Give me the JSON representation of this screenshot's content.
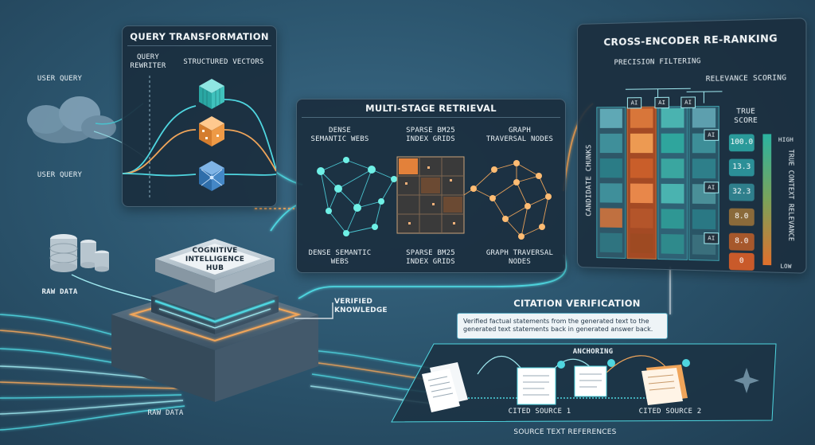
{
  "query_transformation": {
    "title": "QUERY TRANSFORMATION",
    "rewriter_label": "QUERY\nREWRITER",
    "vectors_label": "STRUCTURED VECTORS"
  },
  "inputs": {
    "user_query_top": "USER QUERY",
    "user_query_bottom": "USER QUERY",
    "raw_data_left": "RAW DATA",
    "raw_data_bottom": "RAW DATA"
  },
  "retrieval": {
    "title": "MULTI-STAGE RETRIEVAL",
    "top_labels": [
      "DENSE\nSEMANTIC WEBS",
      "SPARSE BM25\nINDEX GRIDS",
      "GRAPH\nTRAVERSAL NODES"
    ],
    "bottom_labels": [
      "DENSE SEMANTIC\nWEBS",
      "SPARSE BM25\nINDEX GRIDS",
      "GRAPH TRAVERSAL\nNODES"
    ]
  },
  "hub": {
    "label": "COGNITIVE\nINTELLIGENCE\nHUB",
    "verified_label": "VERIFIED\nKNOWLEDGE"
  },
  "reranking": {
    "title": "CROSS-ENCODER RE-RANKING",
    "precision_label": "PRECISION FILTERING",
    "relevance_label": "RELEVANCE SCORING",
    "candidate_label": "CANDIDATE CHUNKS",
    "score_header": "TRUE\nSCORE",
    "ai_label": "AI",
    "scores": [
      "100.0",
      "13.3",
      "32.3",
      "8.0",
      "8.0",
      "0"
    ],
    "scale_high": "HIGH",
    "scale_low": "LOW",
    "scale_axis": "TRUE CONTEXT RELEVANCE"
  },
  "citation": {
    "title": "CITATION VERIFICATION",
    "callout": "Verified factual statements from the generated text to the generated text statements back in generated answer back.",
    "anchoring_label": "ANCHORING",
    "cited_1": "CITED SOURCE 1",
    "cited_2": "CITED SOURCE 2",
    "references": "SOURCE TEXT REFERENCES"
  },
  "colors": {
    "accent_teal": "#4fd6e0",
    "accent_orange": "#f0a55a",
    "panel_bg": "#1a2e3e",
    "score_high": "#2a9a9a",
    "score_low": "#c95a2a"
  }
}
